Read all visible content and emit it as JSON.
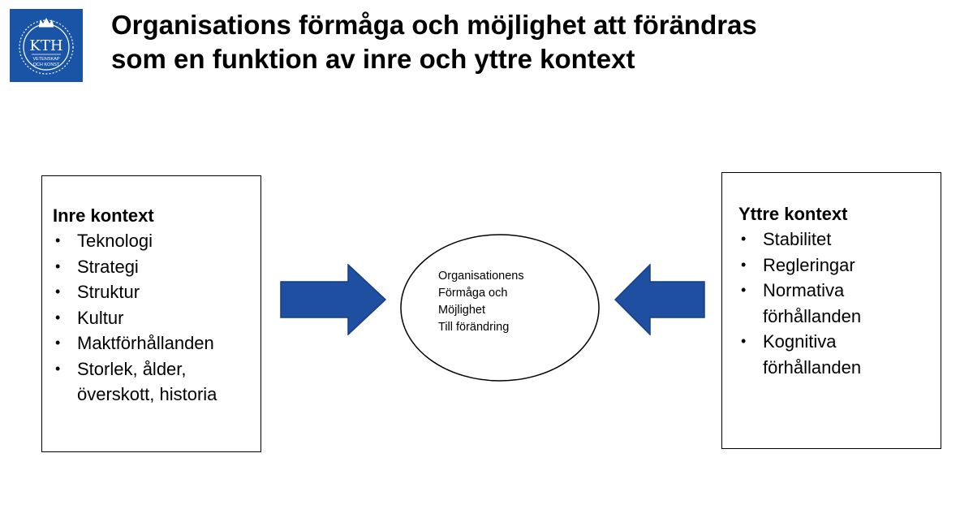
{
  "logo": {
    "text": "KTH",
    "subtext": [
      "VETENSKAP",
      "OCH KONST"
    ],
    "color": "#1954a6"
  },
  "title": {
    "line1": "Organisations förmåga och möjlighet att förändras",
    "line2": "som en funktion av inre och yttre kontext"
  },
  "inner_context": {
    "heading": "Inre kontext",
    "items": [
      "Teknologi",
      "Strategi",
      "Struktur",
      "Kultur",
      "Maktförhållanden",
      "Storlek, ålder, överskott, historia"
    ]
  },
  "outer_context": {
    "heading": "Yttre kontext",
    "items": [
      "Stabilitet",
      "Regleringar",
      "Normativa förhållanden",
      "Kognitiva förhållanden"
    ]
  },
  "center": {
    "lines": [
      "Organisationens",
      "Förmåga och",
      "Möjlighet",
      "Till förändring"
    ]
  },
  "colors": {
    "arrow_fill": "#1f4fa0",
    "arrow_stroke": "#163e80"
  }
}
